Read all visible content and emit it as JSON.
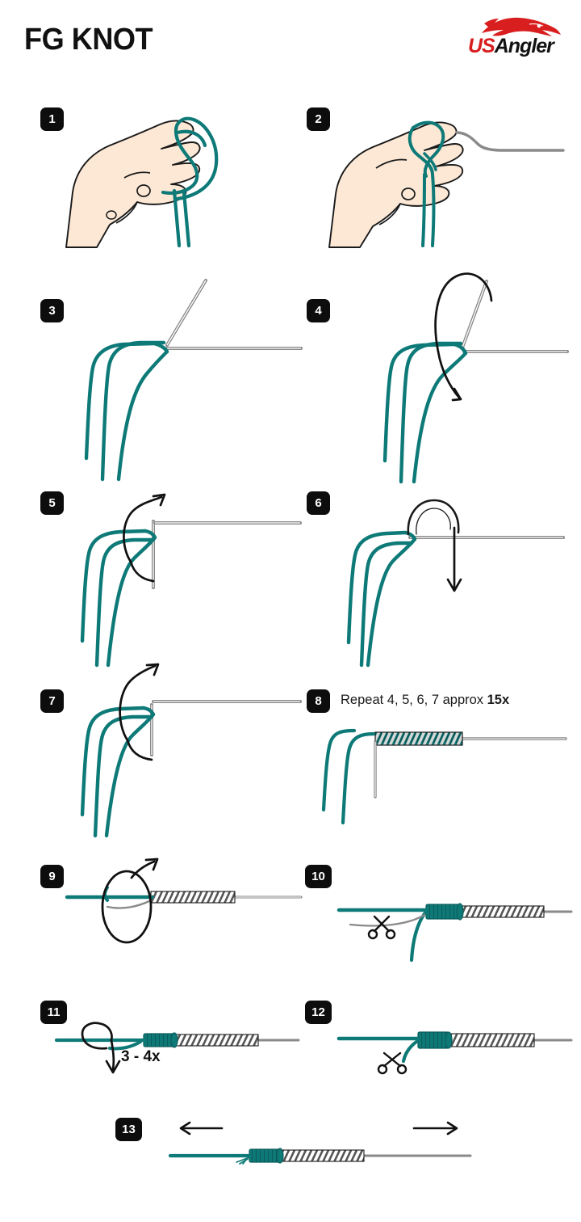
{
  "header": {
    "title": "FG KNOT",
    "logo": {
      "primary": "US",
      "secondary": "Angler",
      "icon": "fish-icon"
    }
  },
  "colors": {
    "braid_teal": "#0e7a78",
    "braid_teal_dark": "#0a5d5c",
    "leader_gray": "#8a8a8a",
    "leader_gray_light": "#fdfdfd",
    "skin": "#fce8d5",
    "outline": "#1a1a1a",
    "badge_bg": "#0d0d0d",
    "badge_text": "#ffffff",
    "logo_red": "#d81e1e",
    "logo_black": "#121212"
  },
  "steps": [
    {
      "number": "1",
      "illustration": "hand-holding-braid-loop"
    },
    {
      "number": "2",
      "illustration": "hand-with-braid-and-leader"
    },
    {
      "number": "3",
      "illustration": "braid-over-leader"
    },
    {
      "number": "4",
      "illustration": "wrap-over-down-arrow"
    },
    {
      "number": "5",
      "illustration": "wrap-under-up-arrow"
    },
    {
      "number": "6",
      "illustration": "loop-down-arrow"
    },
    {
      "number": "7",
      "illustration": "wrap-up-arrow"
    },
    {
      "number": "8",
      "illustration": "completed-wraps",
      "caption_plain": "Repeat 4, 5, 6, 7 approx ",
      "caption_bold": "15x"
    },
    {
      "number": "9",
      "illustration": "half-hitch-loop"
    },
    {
      "number": "10",
      "illustration": "trim-tag-end-scissors"
    },
    {
      "number": "11",
      "illustration": "finishing-hitches",
      "label": "3 - 4x"
    },
    {
      "number": "12",
      "illustration": "trim-braid-scissors"
    },
    {
      "number": "13",
      "illustration": "finished-knot-pull",
      "arrow_left": "←",
      "arrow_right": "→"
    }
  ]
}
